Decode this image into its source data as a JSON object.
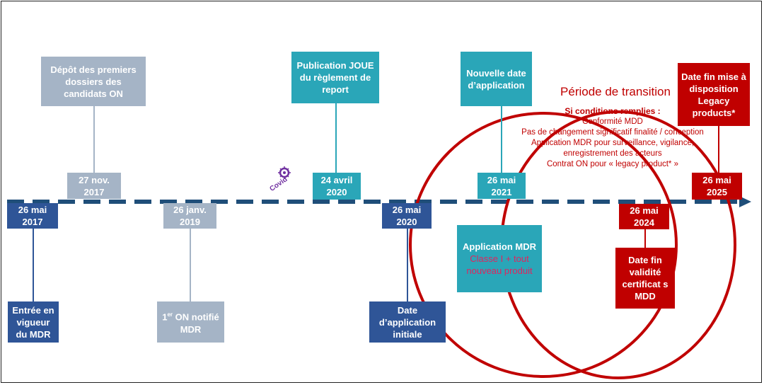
{
  "transition": {
    "title": "Période de transition",
    "conditions_header": "Si conditions remplies :",
    "conditions": [
      "Conformité MDD",
      "Pas de changement significatif finalité / conception",
      "Application MDR pour surveillance, vigilance, enregistrement des acteurs",
      "Contrat ON pour « legacy product* »"
    ]
  },
  "covid": {
    "label": "Covid",
    "icon": "virus-icon",
    "color": "#7030a0"
  },
  "dates": {
    "d2017": "26 mai 2017",
    "d2017nov": "27 nov. 2017",
    "d2019": "26 janv. 2019",
    "d2020apr": "24 avril 2020",
    "d2020may": "26 mai 2020",
    "d2021": "26 mai 2021",
    "d2024": "26 mai 2024",
    "d2025": "26 mai 2025"
  },
  "events": {
    "entree": "Entrée en vigueur du MDR",
    "depot": "Dépôt des premiers dossiers des candidats ON",
    "on_prefix": "1",
    "on_sup": "er",
    "on_rest": " ON notifié MDR",
    "publication": "Publication JOUE du règlement de report",
    "date_initiale": "Date d’application initiale",
    "nouvelle_date": "Nouvelle date d’application",
    "application_mdr": "Application MDR",
    "application_sub": "Classe I + tout nouveau produit",
    "fin_validite": "Date fin validité certificat s MDD",
    "fin_mise": "Date fin mise à disposition Legacy products*"
  },
  "colors": {
    "navy": "#2f5597",
    "grey": "#a5b4c6",
    "teal": "#2aa6b8",
    "red": "#c00000",
    "axis": "#1f4e79"
  }
}
